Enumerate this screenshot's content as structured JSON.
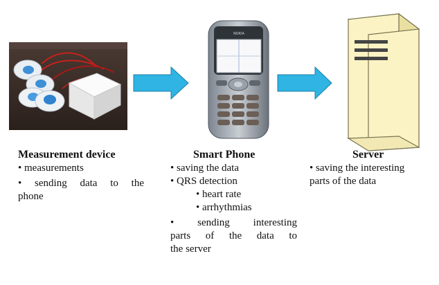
{
  "measurement": {
    "title": "Measurement device",
    "bullets": [
      "• measurements",
      "• sending data to the",
      "phone"
    ]
  },
  "phone": {
    "title": "Smart Phone",
    "bullets": [
      "• saving the data",
      "• QRS detection"
    ],
    "sub_bullets": [
      "• heart rate",
      "• arrhythmias"
    ],
    "sending": [
      "• sending interesting",
      "parts of the data to",
      "the server"
    ]
  },
  "server": {
    "title": "Server",
    "bullets": [
      "• saving the interesting",
      "parts of the data"
    ]
  },
  "colors": {
    "arrow": "#2fb4e3",
    "arrow_stroke": "#1f7fa8",
    "server_fill": "#fbf3c4",
    "server_stroke": "#7a7452"
  },
  "icons": [
    "ecg-device-photo",
    "mobile-phone-photo",
    "server-tower-icon",
    "arrow-right-icon"
  ]
}
